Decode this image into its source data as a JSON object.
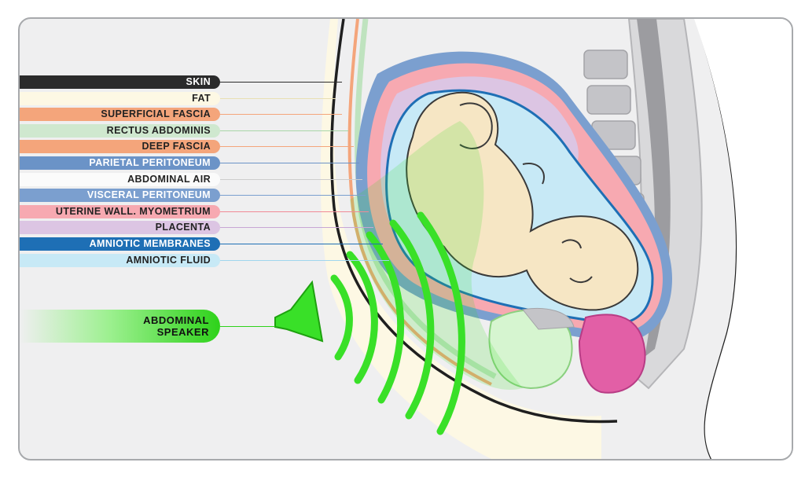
{
  "labels": [
    {
      "text": "SKIN",
      "bg": "#2b2b2b",
      "fg": "#ffffff",
      "line": "#2b2b2b"
    },
    {
      "text": "FAT",
      "bg": "#fdf8e4",
      "fg": "#222222",
      "line": "#e8dfb3"
    },
    {
      "text": "SUPERFICIAL FASCIA",
      "bg": "#f4a57b",
      "fg": "#222222",
      "line": "#f4a57b"
    },
    {
      "text": "RECTUS ABDOMINIS",
      "bg": "#cfe8cf",
      "fg": "#222222",
      "line": "#a8d6a8"
    },
    {
      "text": "DEEP FASCIA",
      "bg": "#f4a57b",
      "fg": "#222222",
      "line": "#f4a57b"
    },
    {
      "text": "PARIETAL PERITONEUM",
      "bg": "#6b93c7",
      "fg": "#ffffff",
      "line": "#6b93c7"
    },
    {
      "text": "ABDOMINAL AIR",
      "bg": "#fbfbfb",
      "fg": "#222222",
      "line": "#cccccc"
    },
    {
      "text": "VISCERAL PERITONEUM",
      "bg": "#7b9fcf",
      "fg": "#ffffff",
      "line": "#7b9fcf"
    },
    {
      "text": "UTERINE WALL. MYOMETRIUM",
      "bg": "#f7a9b1",
      "fg": "#222222",
      "line": "#f08a96"
    },
    {
      "text": "PLACENTA",
      "bg": "#dcc5e3",
      "fg": "#222222",
      "line": "#c8a6d4"
    },
    {
      "text": "AMNIOTIC MEMBRANES",
      "bg": "#1e6fb5",
      "fg": "#ffffff",
      "line": "#1e6fb5"
    },
    {
      "text": "AMNIOTIC FLUID",
      "bg": "#c7e9f6",
      "fg": "#222222",
      "line": "#9fd6ee"
    }
  ],
  "speaker": {
    "line1": "ABDOMINAL",
    "line2": "SPEAKER",
    "color": "#2ed21a"
  },
  "colors": {
    "skin": "#1f1f1f",
    "fat": "#fdf8e4",
    "fetus": "#f6e6c4",
    "sound": "#39e028"
  }
}
